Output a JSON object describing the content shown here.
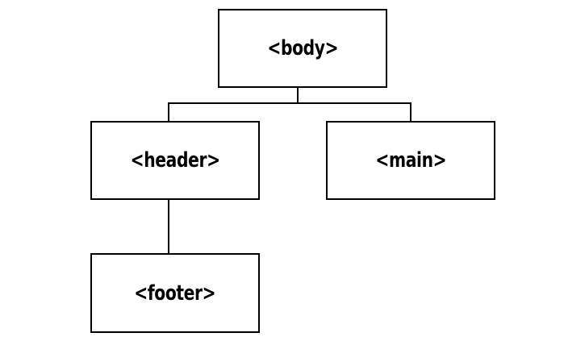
{
  "diagram": {
    "nodes": {
      "body": "<body>",
      "header": "<header>",
      "main": "<main>",
      "footer": "<footer>"
    },
    "edges": [
      {
        "from": "body",
        "to": "header"
      },
      {
        "from": "body",
        "to": "main"
      },
      {
        "from": "header",
        "to": "footer"
      }
    ],
    "colors": {
      "stroke": "#000000",
      "fill": "#ffffff",
      "text": "#000000"
    }
  }
}
